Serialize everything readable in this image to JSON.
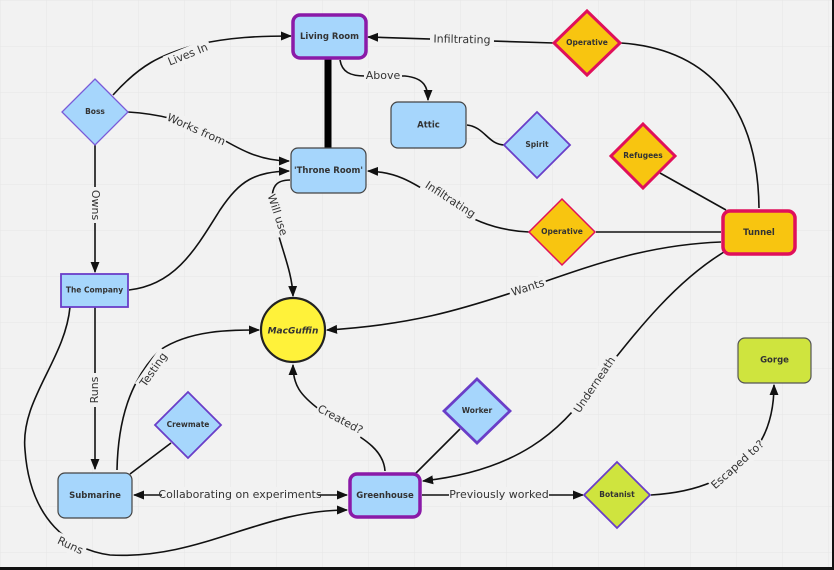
{
  "title": "Story relationship mind map",
  "colors": {
    "background": "#f2f2f2",
    "blue_fill": "#a6d6fc",
    "purple_border": "#8a1aa8",
    "violet_border": "#6a3ec8",
    "gray_border": "#444444",
    "orange_fill": "#f8c510",
    "pink_border": "#e0105a",
    "lime_fill": "#cfe43e",
    "yellow_fill": "#fff23a"
  },
  "nodes": {
    "living_room": "Living Room",
    "throne_room": "'Throne Room'",
    "attic": "Attic",
    "boss": "Boss",
    "the_company": "The Company",
    "macguffin": "MacGuffin",
    "operative_top": "Operative",
    "spirit": "Spirit",
    "refugees": "Refugees",
    "operative_mid": "Operative",
    "tunnel": "Tunnel",
    "gorge": "Gorge",
    "crewmate": "Crewmate",
    "worker": "Worker",
    "submarine": "Submarine",
    "greenhouse": "Greenhouse",
    "botanist": "Botanist"
  },
  "edges": {
    "lives_in": "Lives In",
    "works_from": "Works from",
    "owns": "Owns",
    "above": "Above",
    "infiltrating_top": "Infiltrating",
    "infiltrating_mid": "Infiltrating",
    "will_use": "Will use",
    "wants": "Wants",
    "testing": "Testing",
    "runs_vertical": "Runs",
    "runs_bottom": "Runs",
    "created": "Created?",
    "underneath": "Underneath",
    "collaborating": "Collaborating on experiments",
    "previously_worked": "Previously worked",
    "escaped_to": "Escaped to?"
  }
}
